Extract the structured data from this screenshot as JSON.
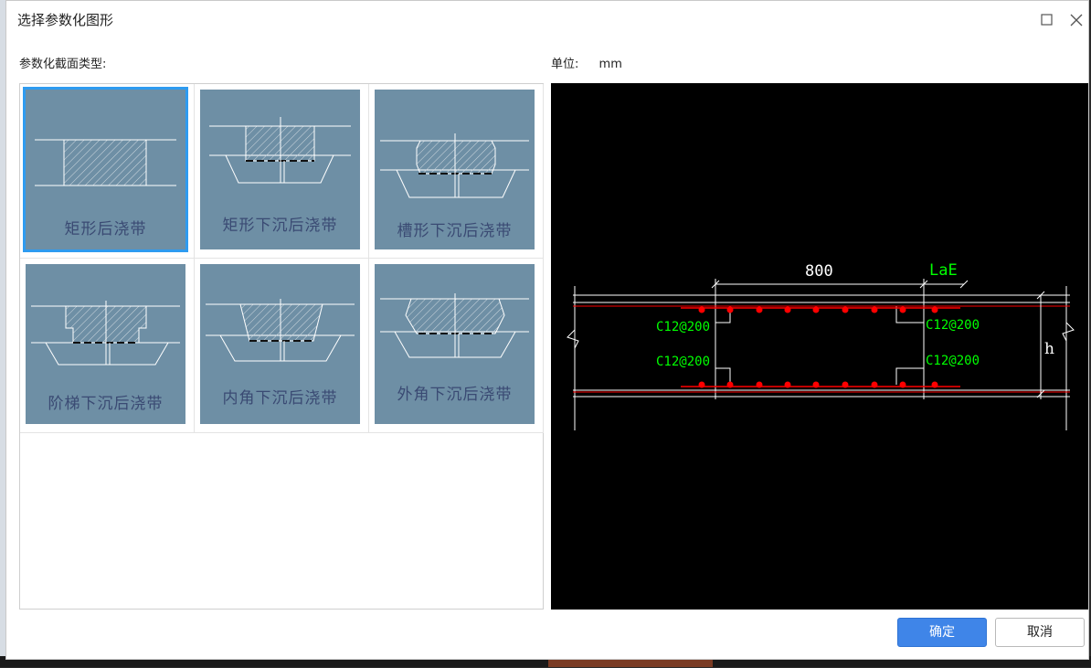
{
  "dialog": {
    "title": "选择参数化图形",
    "section_label": "参数化截面类型:",
    "unit_label": "单位:",
    "unit_value": "mm"
  },
  "shapes": [
    {
      "label": "矩形后浇带",
      "selected": true
    },
    {
      "label": "矩形下沉后浇带",
      "selected": false
    },
    {
      "label": "槽形下沉后浇带",
      "selected": false
    },
    {
      "label": "阶梯下沉后浇带",
      "selected": false
    },
    {
      "label": "内角下沉后浇带",
      "selected": false
    },
    {
      "label": "外角下沉后浇带",
      "selected": false
    }
  ],
  "preview": {
    "width_dim": "800",
    "lae_label": "LaE",
    "rebar_top_left": "C12@200",
    "rebar_top_right": "C12@200",
    "rebar_bottom_left": "C12@200",
    "rebar_bottom_right": "C12@200",
    "height_label": "h",
    "colors": {
      "rebar": "#ff0000",
      "labels": "#00ff00",
      "lines": "#ffffff"
    }
  },
  "buttons": {
    "ok": "确定",
    "cancel": "取消"
  },
  "icons": {
    "maximize": "maximize-icon",
    "close": "close-icon"
  }
}
